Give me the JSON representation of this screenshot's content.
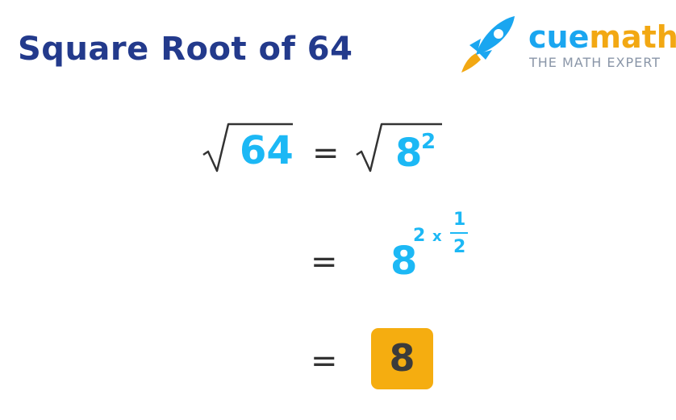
{
  "header": {
    "title": "Square Root of 64",
    "brand_part1": "cue",
    "brand_part2": "math",
    "tagline": "THE MATH EXPERT"
  },
  "equation": {
    "line1": {
      "radicand_left": "64",
      "equals": "=",
      "base": "8",
      "exponent": "2"
    },
    "line2": {
      "equals": "=",
      "base": "8",
      "exponent_multiplier": "2",
      "times": "x",
      "frac_numerator": "1",
      "frac_denominator": "2"
    },
    "line3": {
      "equals": "=",
      "answer": "8"
    }
  },
  "colors": {
    "title": "#233a8c",
    "math": "#1cb8f5",
    "answer_box": "#f5ad10",
    "brand_blue": "#1aa6f0",
    "brand_orange": "#f2a813"
  },
  "icons": {
    "logo": "rocket-icon"
  }
}
